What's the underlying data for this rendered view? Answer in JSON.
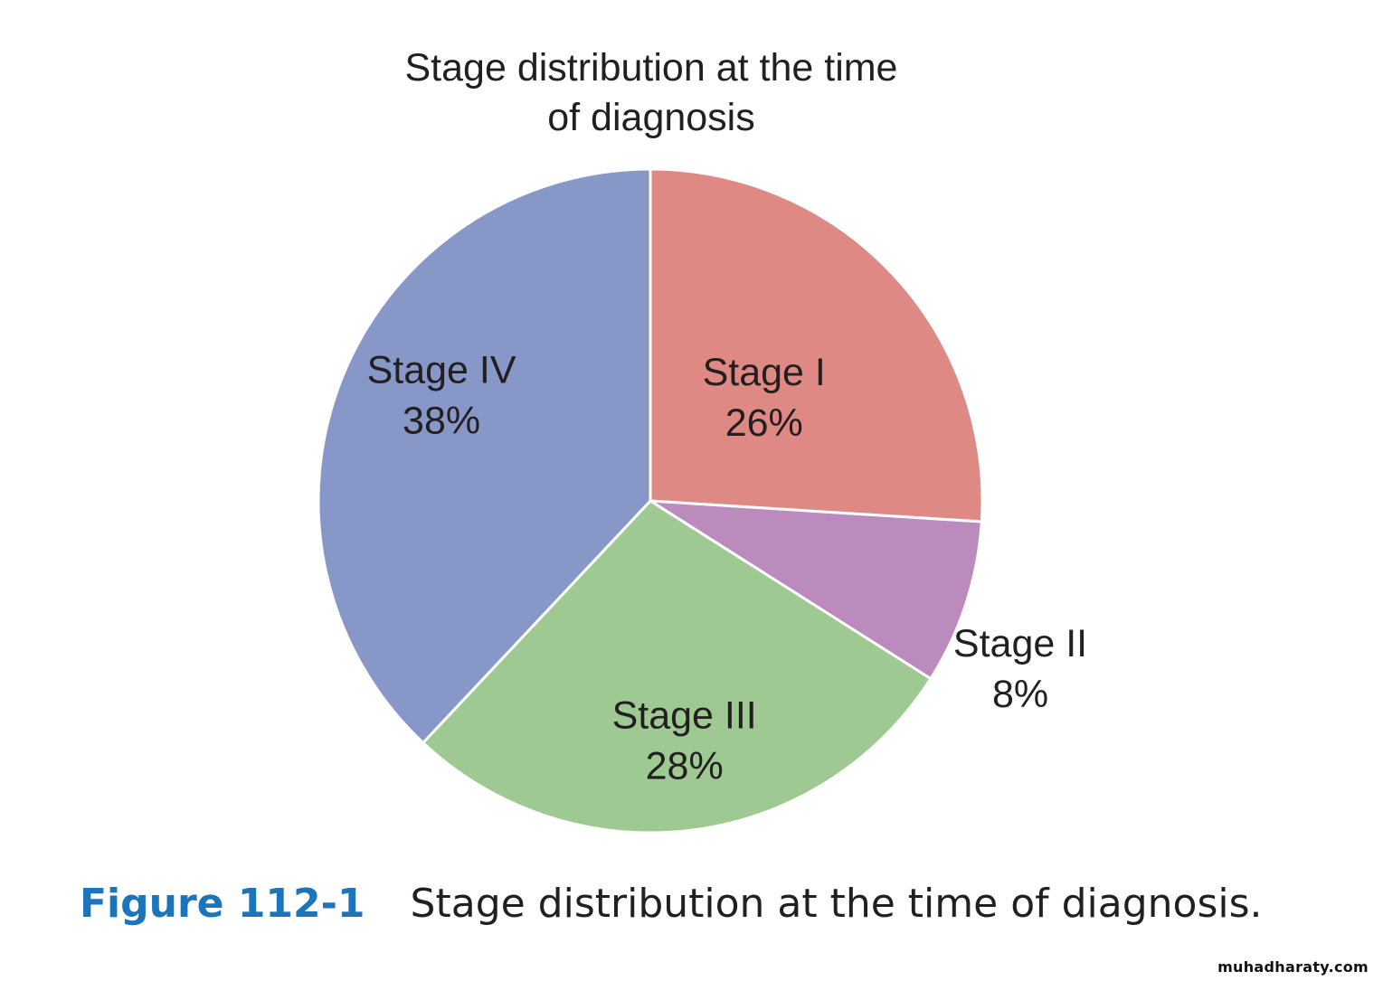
{
  "chart_data": {
    "type": "pie",
    "title": "Stage distribution at the time of diagnosis",
    "slices": [
      {
        "label": "Stage I",
        "value": 26,
        "value_label": "26%",
        "color": "#de8983"
      },
      {
        "label": "Stage II",
        "value": 8,
        "value_label": "8%",
        "color": "#bb8bbe"
      },
      {
        "label": "Stage III",
        "value": 28,
        "value_label": "28%",
        "color": "#9fc992"
      },
      {
        "label": "Stage IV",
        "value": 38,
        "value_label": "38%",
        "color": "#8797c8"
      }
    ],
    "start_angle": "12 o'clock",
    "direction": "clockwise",
    "slice_separator_color": "#ffffff"
  },
  "caption": {
    "figure_number": "Figure 112-1",
    "text": "Stage distribution at the time of diagnosis."
  },
  "watermark": "muhadharaty.com",
  "colors": {
    "caption_accent": "#1b75bb",
    "text": "#231f20",
    "background": "#ffffff"
  }
}
